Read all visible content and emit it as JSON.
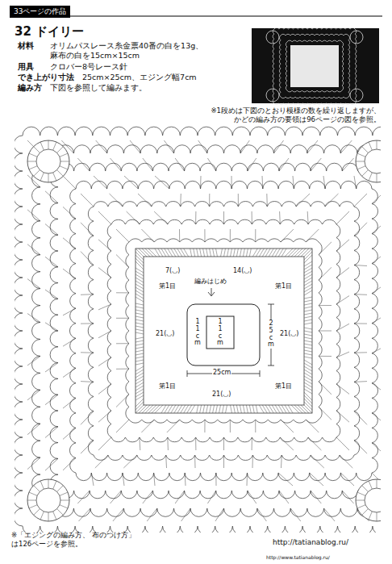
{
  "diagram": {
    "title": "32 ドイリー",
    "nodes": [
      {
        "text": [
          "33ページの作品"
        ]
      }
    ],
    "labels": [
      "材料",
      "オリムパスレース糸金票40番の白を13g、 麻布の白を15cm×15cm",
      "用具",
      "クロバー8号レース針",
      "でき上がり寸法",
      "25cm×25cm、エジング幅7cm",
      "編み方",
      "下図を参照して編みます。",
      "※1段めは下図のとおり模様の数を繰り返しますが、 かどの編み方の要領は96ページの図を参照。",
      "7(◡)",
      "14(◡)",
      "第1目",
      "編みはじめ",
      "第1目",
      "21(◡)",
      "11cm",
      "11cm",
      "25cm",
      "21(◡)",
      "第1目",
      "25cm",
      "第1目",
      "21(◡)",
      "※「エジングの編み方、 布のつけ方」は126ページを参照。",
      "http://www.tatianablog.ru/",
      "http://tatianablog.ru/"
    ]
  }
}
